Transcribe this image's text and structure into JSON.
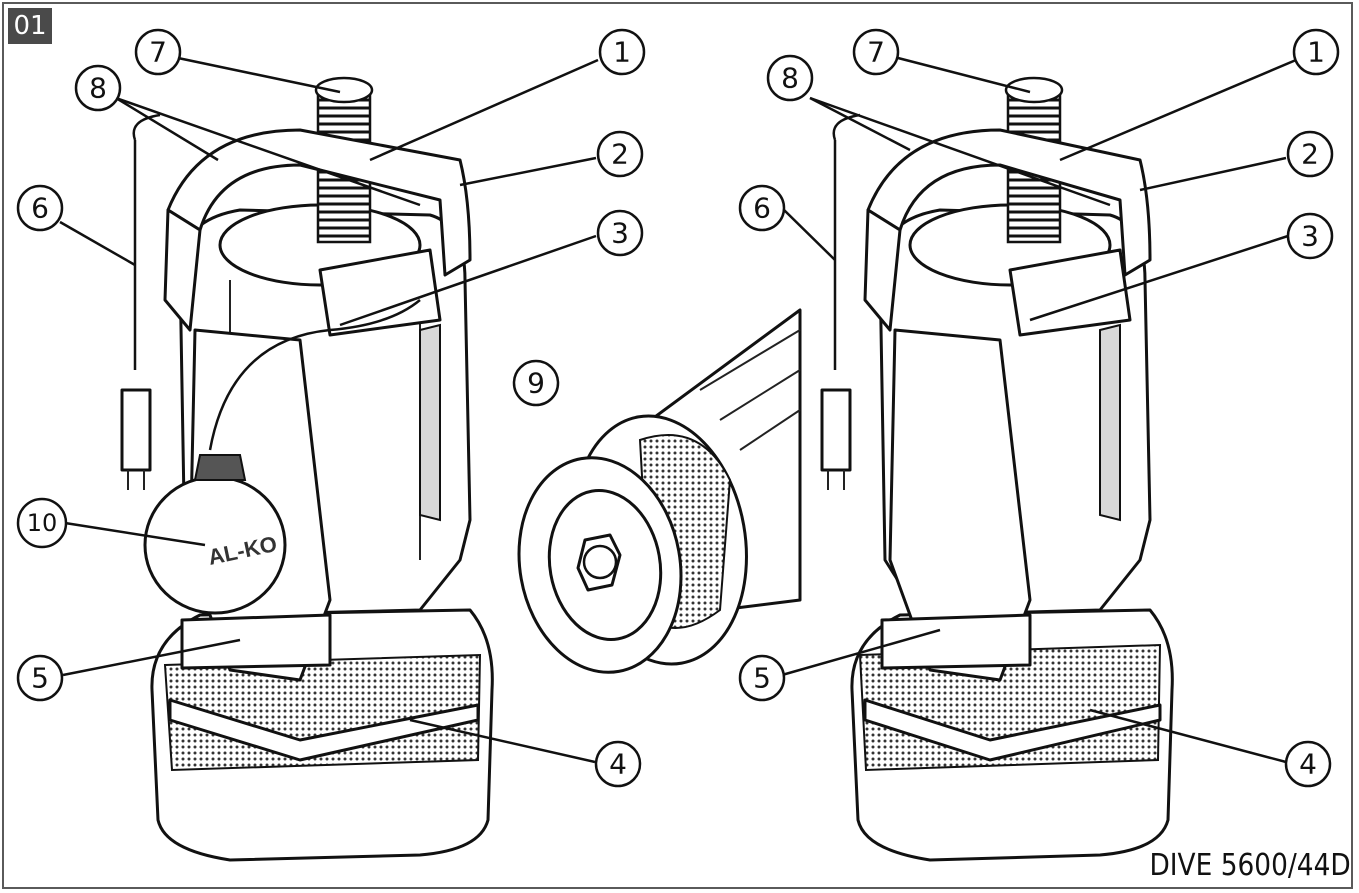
{
  "figure_tag": "01",
  "model_label": "DIVE 5600/44D",
  "logo_text": "AL-KO",
  "callouts": {
    "c1": "1",
    "c2": "2",
    "c3": "3",
    "c4": "4",
    "c5": "5",
    "c6": "6",
    "c7": "7",
    "c8": "8",
    "c9": "9",
    "c10": "10"
  }
}
